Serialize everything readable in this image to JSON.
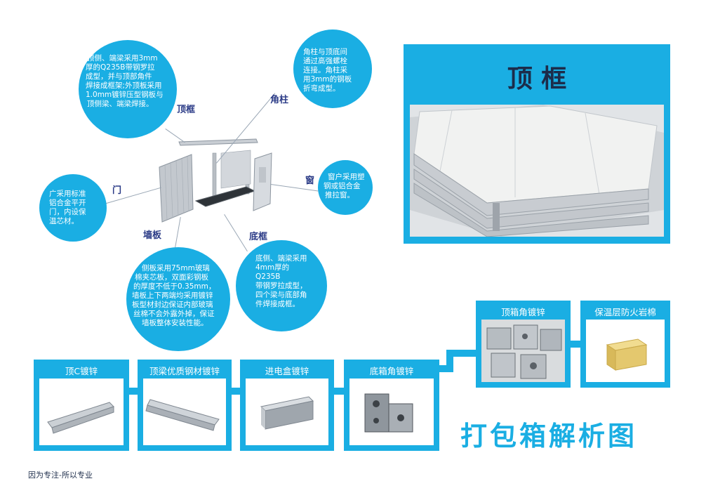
{
  "parts": {
    "roof_label": "顶框",
    "corner_label": "角柱",
    "window_label": "窗",
    "door_label": "门",
    "wall_label": "墙板",
    "base_label": "底框"
  },
  "bubbles": {
    "roof": [
      "顶侧、端梁采用3mm",
      "厚的Q235B带钢罗拉",
      "成型，并与顶部角件",
      "焊接成框架;外顶板采用",
      "1.0mm镀锌压型钢板与",
      "顶侧梁、端梁焊接。"
    ],
    "corner": [
      "角柱与顶底间",
      "通过高强螺栓",
      "连接。角柱采",
      "用3mm的钢板",
      "折弯成型。"
    ],
    "window": [
      "窗户采用塑",
      "钢或铝合金",
      "推拉窗。"
    ],
    "door": [
      "广采用标准",
      "铝合金平开",
      "门，内设保",
      "温芯材。"
    ],
    "wall": [
      "侧板采用75mm玻璃",
      "棉夹芯板，双面彩钢板",
      "的厚度不低于0.35mm，",
      "墙板上下两端均采用镀锌",
      "板型材封边保证内部玻璃",
      "丝棉不会外露外掉，保证",
      "墙板整体安装性能。"
    ],
    "base": [
      "底侧、端梁采用",
      "4mm厚的",
      "Q235B",
      "带钢罗拉成型，",
      "四个梁与底部角",
      "件焊接成框。"
    ]
  },
  "photo_panel": {
    "title": "顶 框"
  },
  "components": [
    {
      "title": "顶C镀锌"
    },
    {
      "title": "顶梁优质钢材镀锌"
    },
    {
      "title": "进电盒镀锌"
    },
    {
      "title": "底箱角镀锌"
    },
    {
      "title": "顶箱角镀锌"
    },
    {
      "title": "保温层防火岩棉"
    }
  ],
  "main_title": "打包箱解析图",
  "footer": "因为专注-所以专业",
  "colors": {
    "accent": "#1aaee3",
    "label": "#2a3a86"
  }
}
